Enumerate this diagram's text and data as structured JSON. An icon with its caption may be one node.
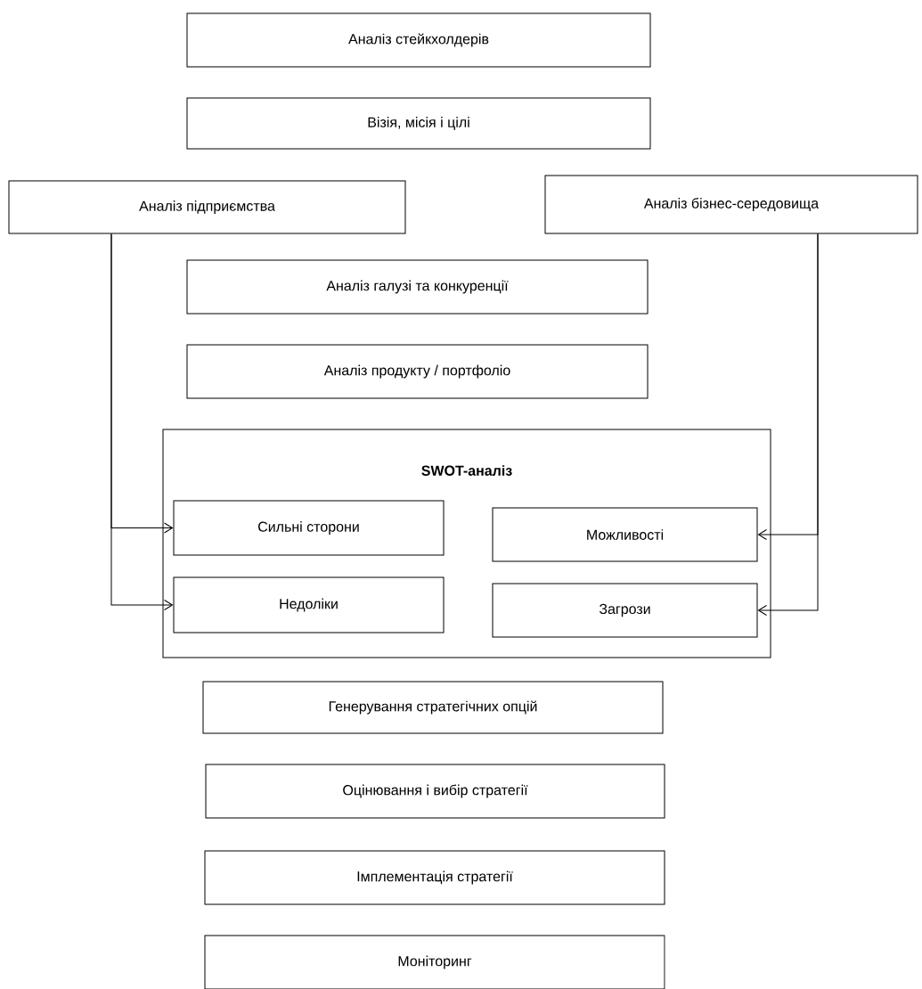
{
  "diagram": {
    "nodes": [
      {
        "text": [
          "Аналіз стейкхолдерів"
        ]
      },
      {
        "text": [
          "Візія, місія і цілі"
        ]
      },
      {
        "text": [
          "Аналіз підприємства"
        ]
      },
      {
        "text": [
          "Аналіз бізнес-середовища"
        ]
      },
      {
        "text": [
          "Аналіз галузі та конкуренції"
        ]
      },
      {
        "text": [
          "Аналіз продукту / портфоліо"
        ]
      },
      {
        "text": [
          "SWOT-аналіз"
        ]
      },
      {
        "text": [
          "Сильні сторони"
        ],
        "in": 6
      },
      {
        "text": [
          "Можливості"
        ],
        "in": 6
      },
      {
        "text": [
          "Недоліки"
        ],
        "in": 6
      },
      {
        "text": [
          "Загрози"
        ],
        "in": 6
      },
      {
        "text": [
          "Генерування стратегічних опцій"
        ]
      },
      {
        "text": [
          "Оцінювання і вибір стратегії"
        ]
      },
      {
        "text": [
          "Імплементація стратегії"
        ]
      },
      {
        "text": [
          "Моніторинг"
        ]
      }
    ],
    "edges": [
      {
        "from": 2,
        "to": 7,
        "arrow": "to"
      },
      {
        "from": 2,
        "to": 9,
        "arrow": "to"
      },
      {
        "from": 3,
        "to": 8,
        "arrow": "to"
      },
      {
        "from": 3,
        "to": 10,
        "arrow": "to"
      }
    ]
  }
}
